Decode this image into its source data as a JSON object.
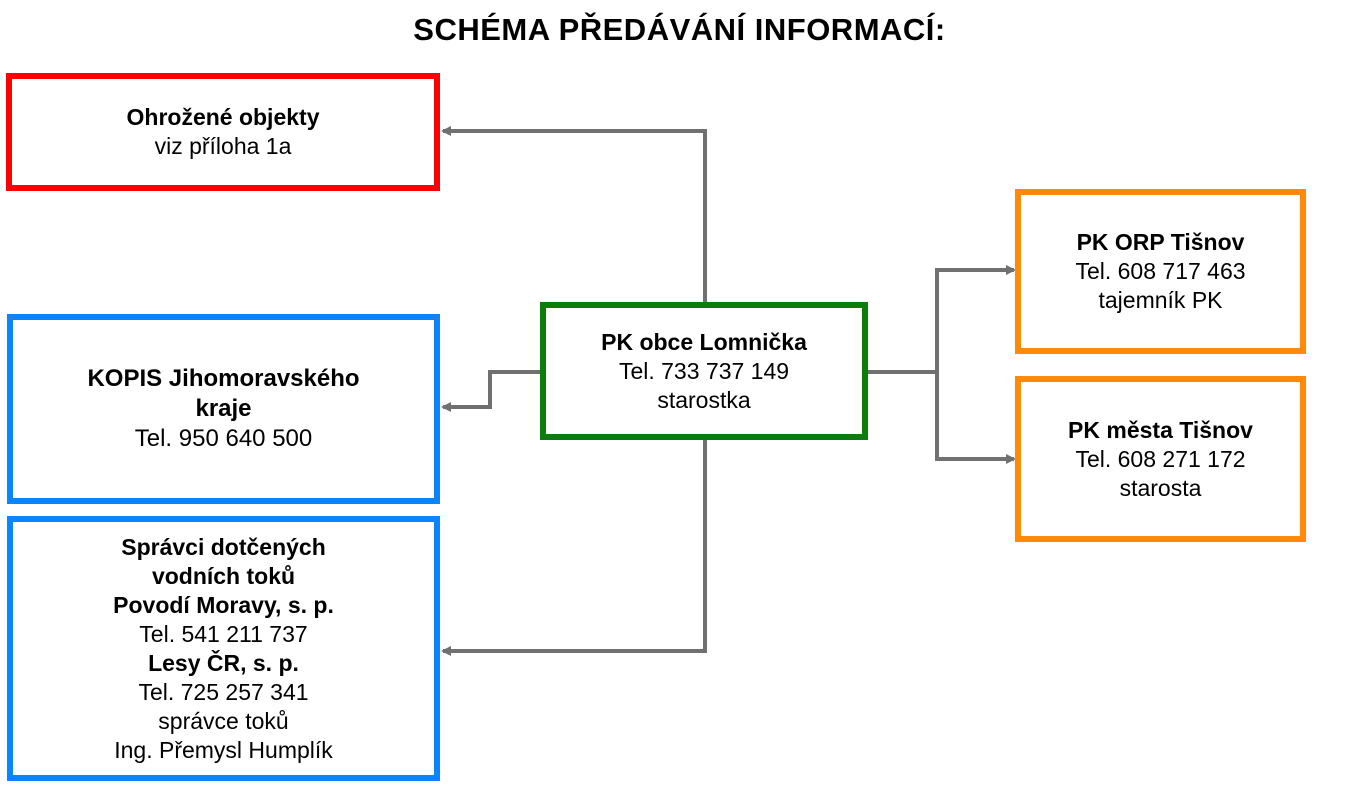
{
  "title": "SCHÉMA PŘEDÁVÁNÍ INFORMACÍ:",
  "colors": {
    "red_border": "#ff0000",
    "blue_border": "#0a84ff",
    "green_border": "#0a7d0a",
    "orange_border": "#ff8a0a",
    "connector": "#707070"
  },
  "boxes": {
    "ohrozene": {
      "line1": "Ohrožené objekty",
      "line2": "viz příloha 1a"
    },
    "kopis": {
      "line1": "KOPIS Jihomoravského",
      "line2": "kraje",
      "line3": "Tel. 950 640 500"
    },
    "spravci": {
      "line1": "Správci dotčených",
      "line2": "vodních toků",
      "line3": "Povodí Moravy, s. p.",
      "line4": "Tel. 541 211 737",
      "line5": "Lesy ČR, s. p.",
      "line6": "Tel. 725 257 341",
      "line7": "správce toků",
      "line8": "Ing. Přemysl Humplík"
    },
    "pk_obce": {
      "line1": "PK obce Lomnička",
      "line2": "Tel. 733 737 149",
      "line3": "starostka"
    },
    "pk_orp": {
      "line1": "PK ORP Tišnov",
      "line2": "Tel. 608 717 463",
      "line3": "tajemník PK"
    },
    "pk_mesta": {
      "line1": "PK města Tišnov",
      "line2": "Tel. 608 271 172",
      "line3": "starosta"
    }
  }
}
